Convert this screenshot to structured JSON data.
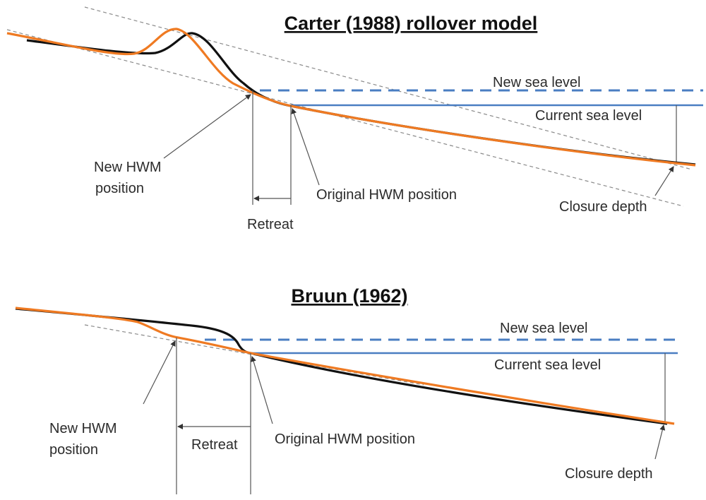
{
  "top": {
    "title": "Carter (1988) rollover model",
    "new_sea_level": "New sea level",
    "current_sea_level": "Current sea level",
    "new_hwm_line1": "New HWM",
    "new_hwm_line2": "position",
    "original_hwm": "Original HWM position",
    "retreat": "Retreat",
    "closure_depth": "Closure depth"
  },
  "bottom": {
    "title": "Bruun (1962)",
    "new_sea_level": "New sea level",
    "current_sea_level": "Current sea level",
    "new_hwm_line1": "New HWM",
    "new_hwm_line2": "position",
    "original_hwm": "Original HWM position",
    "retreat": "Retreat",
    "closure_depth": "Closure depth"
  },
  "colors": {
    "original_profile": "#111111",
    "new_profile": "#ef7a22",
    "sea_level": "#4a7ec2"
  }
}
